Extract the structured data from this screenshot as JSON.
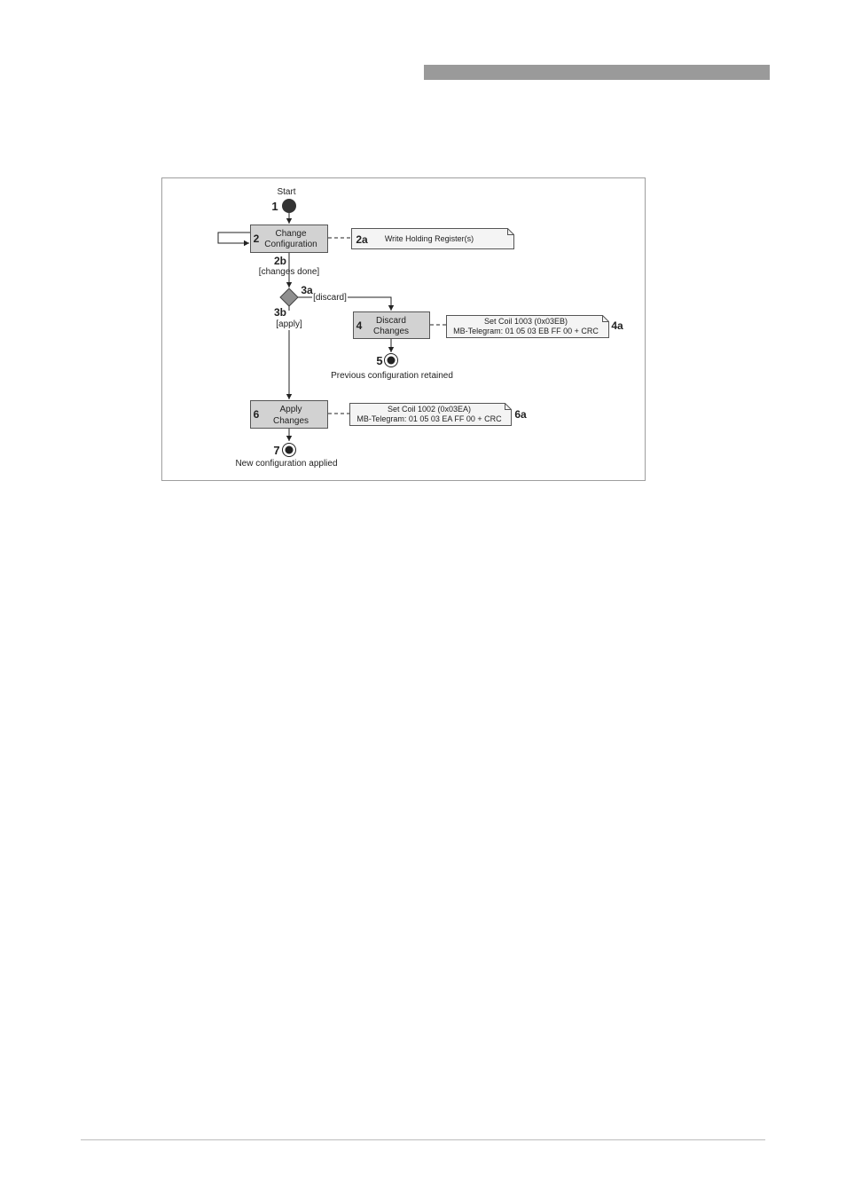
{
  "diagram": {
    "start_label": "Start",
    "nodes": {
      "n1": {
        "num": "1"
      },
      "n2": {
        "num": "2",
        "line1": "Change",
        "line2": "Configuration"
      },
      "n2a": {
        "num": "2a",
        "text": "Write Holding Register(s)"
      },
      "n2b": {
        "num": "2b",
        "guard": "[changes done]"
      },
      "n3a": {
        "num": "3a",
        "guard": "[discard]"
      },
      "n3b": {
        "num": "3b",
        "guard": "[apply]"
      },
      "n4": {
        "num": "4",
        "line1": "Discard",
        "line2": "Changes"
      },
      "n4a": {
        "num": "4a",
        "line1": "Set Coil 1003 (0x03EB)",
        "line2": "MB-Telegram: 01 05 03 EB FF 00 + CRC"
      },
      "n5": {
        "num": "5",
        "label": "Previous configuration retained"
      },
      "n6": {
        "num": "6",
        "line1": "Apply",
        "line2": "Changes"
      },
      "n6a": {
        "num": "6a",
        "line1": "Set Coil 1002 (0x03EA)",
        "line2": "MB-Telegram: 01 05 03 EA FF 00 + CRC"
      },
      "n7": {
        "num": "7",
        "label": "New configuration applied"
      }
    }
  },
  "colors": {
    "header_bar": "#9a9a9a",
    "action_fill": "#d2d2d2",
    "note_fill": "#f4f4f4",
    "node_dark": "#333333"
  }
}
